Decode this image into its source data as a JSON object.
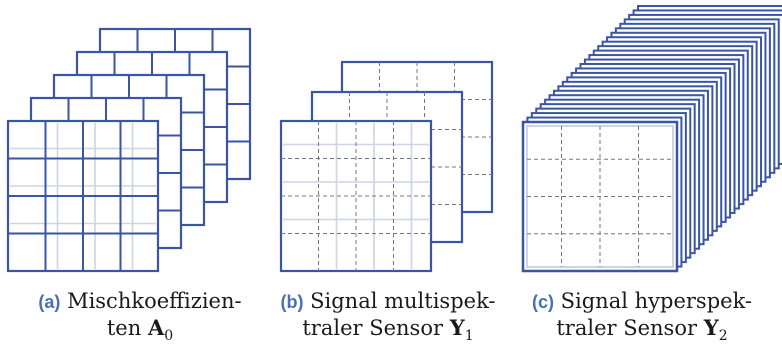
{
  "colors": {
    "frame": "#3a55a4",
    "inner_dash": "#777777",
    "ghost": "#cdd4e6"
  },
  "panels": [
    {
      "id": "a",
      "tag": "(a)",
      "caption_line1": "Mischkoeffizien-",
      "caption_line2_prefix": "ten",
      "symbol": "A",
      "subscript": "0"
    },
    {
      "id": "b",
      "tag": "(b)",
      "caption_line1": "Signal multispek-",
      "caption_line2_prefix": "traler Sensor",
      "symbol": "Y",
      "subscript": "1"
    },
    {
      "id": "c",
      "tag": "(c)",
      "caption_line1": "Signal hyperspek-",
      "caption_line2_prefix": "traler Sensor",
      "symbol": "Y",
      "subscript": "2"
    }
  ]
}
